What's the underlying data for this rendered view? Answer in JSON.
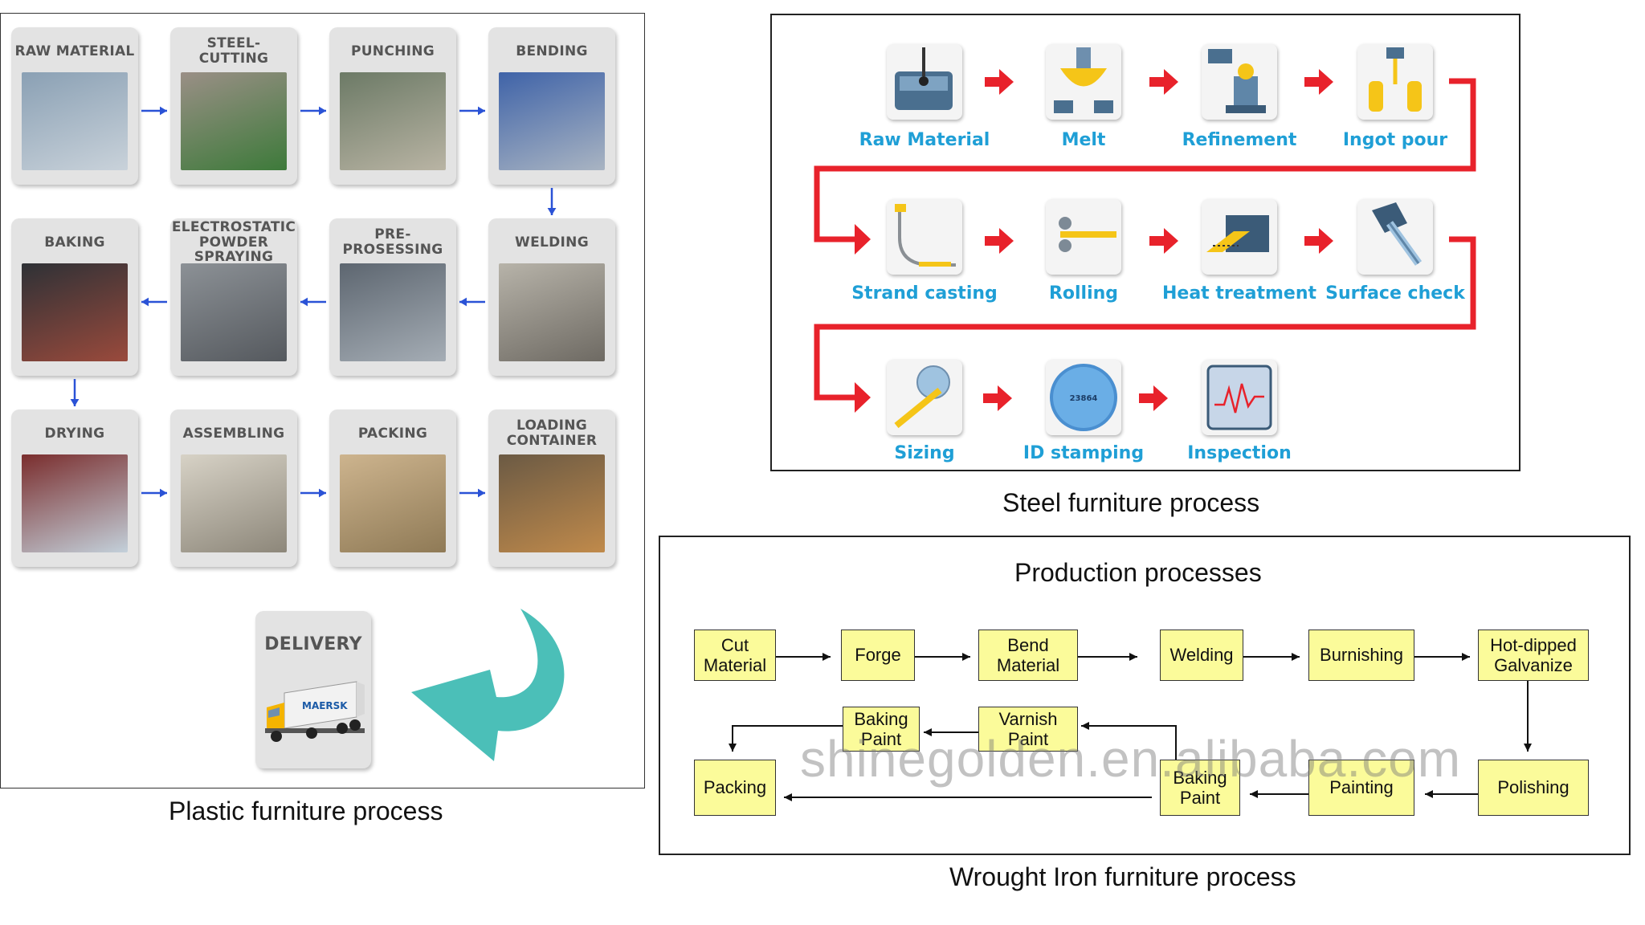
{
  "plastic": {
    "steps": [
      {
        "label": "RAW MATERIAL"
      },
      {
        "label": "STEEL-CUTTING"
      },
      {
        "label": "PUNCHING"
      },
      {
        "label": "BENDING"
      },
      {
        "label": "WELDING"
      },
      {
        "label": "PRE-PROSESSING"
      },
      {
        "label": "ELECTROSTATIC POWDER SPRAYING"
      },
      {
        "label": "BAKING"
      },
      {
        "label": "DRYING"
      },
      {
        "label": "ASSEMBLING"
      },
      {
        "label": "PACKING"
      },
      {
        "label": "LOADING CONTAINER"
      },
      {
        "label": "DELIVERY"
      }
    ],
    "truck_brand": "MAERSK",
    "caption": "Plastic furniture process",
    "accent_arrow_color": "#2a52d6",
    "return_arrow_color": "#4bbfb8"
  },
  "steel": {
    "steps": [
      {
        "label": "Raw Material",
        "icon": "furnace-icon"
      },
      {
        "label": "Melt",
        "icon": "ladle-icon"
      },
      {
        "label": "Refinement",
        "icon": "refining-icon"
      },
      {
        "label": "Ingot pour",
        "icon": "ingot-mold-icon"
      },
      {
        "label": "Strand casting",
        "icon": "caster-icon"
      },
      {
        "label": "Rolling",
        "icon": "rolling-mill-icon"
      },
      {
        "label": "Heat treatment",
        "icon": "heat-treatment-icon"
      },
      {
        "label": "Surface check",
        "icon": "inspection-probe-icon"
      },
      {
        "label": "Sizing",
        "icon": "sizing-saw-icon"
      },
      {
        "label": "ID stamping",
        "icon": "id-stamp-icon"
      },
      {
        "label": "Inspection",
        "icon": "waveform-monitor-icon"
      }
    ],
    "stamp_text": "23864",
    "caption": "Steel furniture process",
    "label_color": "#1f9fd6",
    "arrow_color": "#e8222b"
  },
  "iron": {
    "title": "Production processes",
    "steps": [
      {
        "label": "Cut\nMaterial"
      },
      {
        "label": "Forge"
      },
      {
        "label": "Bend\nMaterial"
      },
      {
        "label": "Welding"
      },
      {
        "label": "Burnishing"
      },
      {
        "label": "Hot-dipped\nGalvanize"
      },
      {
        "label": "Polishing"
      },
      {
        "label": "Painting"
      },
      {
        "label": "Baking\nPaint"
      },
      {
        "label": "Varnish\nPaint"
      },
      {
        "label": "Baking\nPaint"
      },
      {
        "label": "Packing"
      }
    ],
    "watermark": "shinegolden.en.alibaba.com",
    "caption": "Wrought Iron furniture process",
    "box_color": "#fbfb9a"
  }
}
